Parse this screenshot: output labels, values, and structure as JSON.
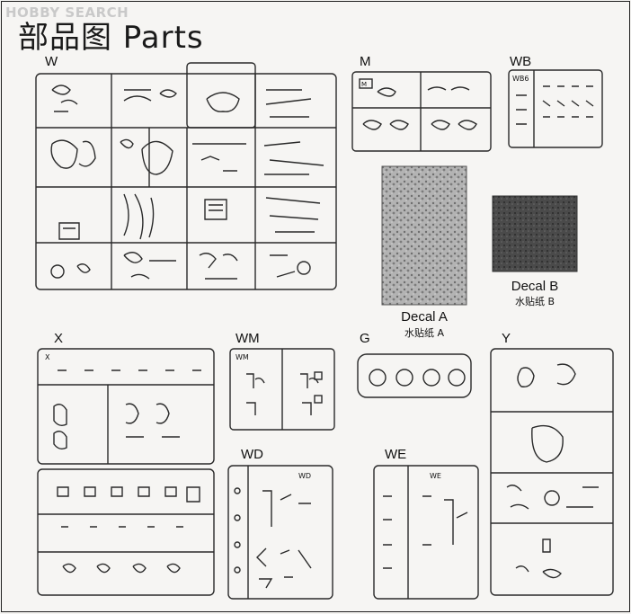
{
  "watermark": "HOBBY SEARCH",
  "title": "部品图 Parts",
  "sprues": {
    "w": {
      "label": "W"
    },
    "m": {
      "label": "M",
      "tag": "M"
    },
    "wb": {
      "label": "WB",
      "tag": "WB6"
    },
    "x": {
      "label": "X",
      "tag": "X"
    },
    "wm": {
      "label": "WM",
      "tag": "WM"
    },
    "g": {
      "label": "G"
    },
    "y": {
      "label": "Y"
    },
    "wd": {
      "label": "WD",
      "tag": "WD"
    },
    "we": {
      "label": "WE",
      "tag": "WE"
    }
  },
  "decals": {
    "a": {
      "label": "Decal  A",
      "sub": "水贴纸  A"
    },
    "b": {
      "label": "Decal  B",
      "sub": "水贴纸  B"
    }
  },
  "colors": {
    "line": "#2a2a2a",
    "decal_a": "#8e8e8e",
    "decal_b": "#3c3c3c"
  }
}
